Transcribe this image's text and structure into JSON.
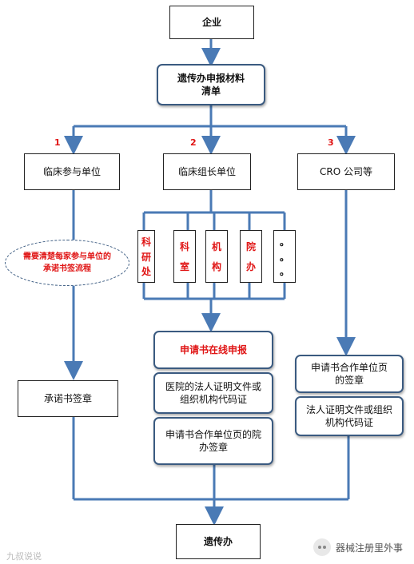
{
  "top": "企业",
  "list": "遗传办申报材料清单",
  "branches": {
    "n1": "1",
    "n2": "2",
    "n3": "3",
    "b1": "临床参与单位",
    "b2": "临床组长单位",
    "b3": "CRO 公司等"
  },
  "note": "需要清楚每家参与单位的承诺书签流程",
  "depts": [
    {
      "chars": [
        "科",
        "研",
        "处"
      ]
    },
    {
      "chars": [
        "科",
        "室"
      ]
    },
    {
      "chars": [
        "机",
        "构"
      ]
    },
    {
      "chars": [
        "院",
        "办"
      ]
    },
    {
      "chars": [
        "。",
        "。",
        "。"
      ]
    }
  ],
  "left_step": "承诺书签章",
  "mid_steps": [
    "申请书在线申报",
    "医院的法人证明文件或组织机构代码证",
    "申请书合作单位页的院办签章"
  ],
  "right_steps": [
    "申请书合作单位页的签章",
    "法人证明文件或组织机构代码证"
  ],
  "final": "遗传办",
  "watermark": "九叔说说",
  "brand": "器械注册里外事",
  "colors": {
    "arrow": "#4a7ab5",
    "accent": "#e01515",
    "border": "#3a5a80"
  }
}
